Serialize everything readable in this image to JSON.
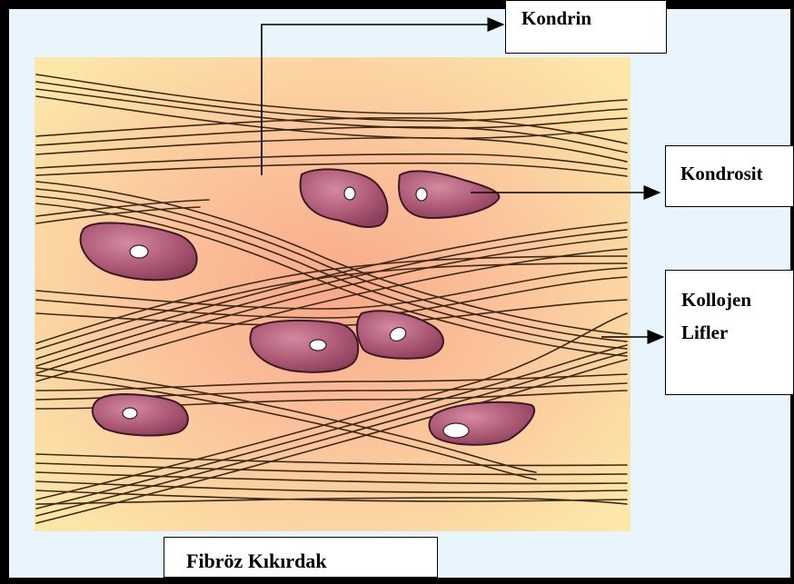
{
  "labels": {
    "kondrin": "Kondrin",
    "kondrosit": "Kondrosit",
    "kollojen_line1": "Kollojen",
    "kollojen_line2": "Lifler",
    "title": "Fibröz Kıkırdak"
  },
  "colors": {
    "background": "#e9f5fd",
    "frame": "#000000",
    "matrix_pink": "#f8b390",
    "matrix_yellow": "#fce3a2",
    "fiber": "#3a2a1a",
    "cell_fill": "#a4506b",
    "cell_nucleus": "#ffffff"
  }
}
